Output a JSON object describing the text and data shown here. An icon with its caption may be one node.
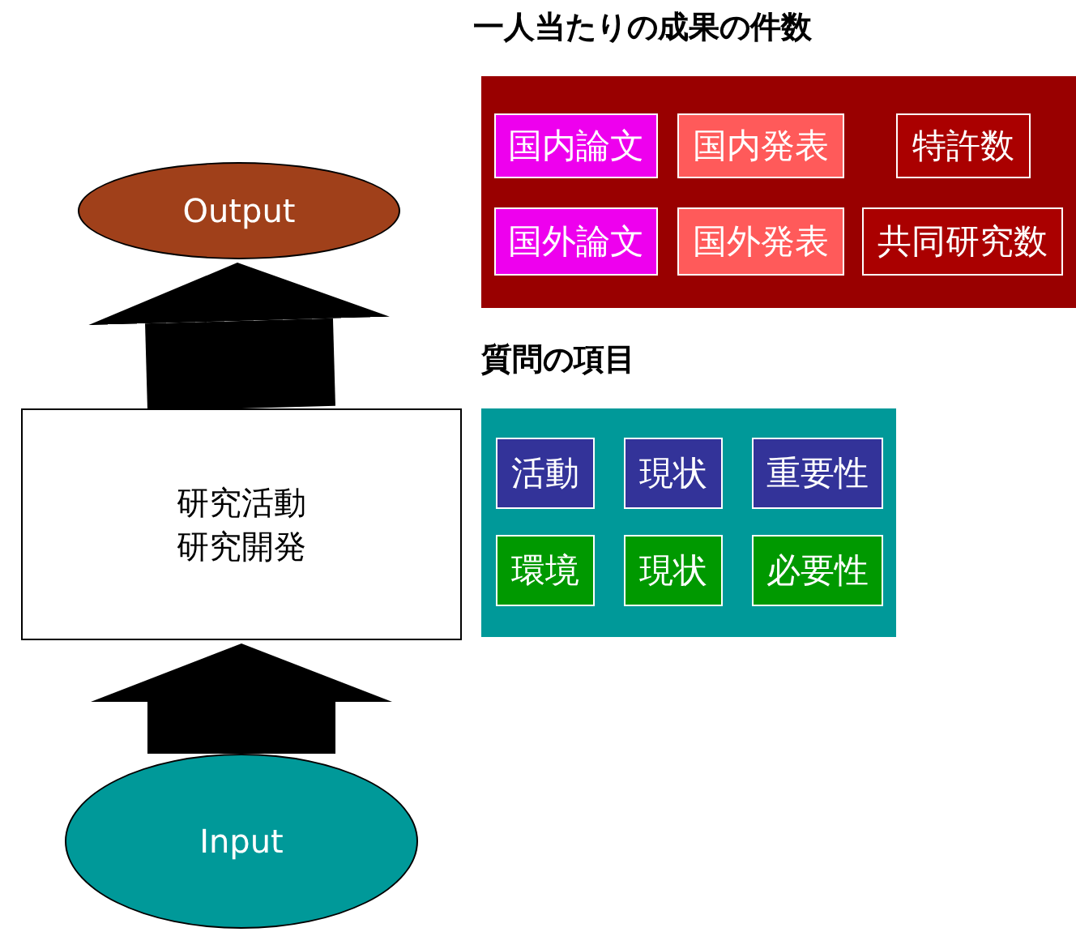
{
  "diagram": {
    "nodes": [
      {
        "text": [
          "Output"
        ]
      },
      {
        "text": [
          "研究活動",
          "研究開発"
        ]
      },
      {
        "text": [
          "Input"
        ]
      },
      {
        "text": [
          "一人当たりの成果の件数"
        ]
      },
      {
        "text": [
          "国内論文"
        ],
        "in": 3
      },
      {
        "text": [
          "国内発表"
        ],
        "in": 3
      },
      {
        "text": [
          "特許数"
        ],
        "in": 3
      },
      {
        "text": [
          "国外論文"
        ],
        "in": 3
      },
      {
        "text": [
          "国外発表"
        ],
        "in": 3
      },
      {
        "text": [
          "共同研究数"
        ],
        "in": 3
      },
      {
        "text": [
          "質問の項目"
        ]
      },
      {
        "text": [
          "活動"
        ],
        "in": 10
      },
      {
        "text": [
          "現状"
        ],
        "in": 10
      },
      {
        "text": [
          "重要性"
        ],
        "in": 10
      },
      {
        "text": [
          "環境"
        ],
        "in": 10
      },
      {
        "text": [
          "現状"
        ],
        "in": 10
      },
      {
        "text": [
          "必要性"
        ],
        "in": 10
      }
    ],
    "edges": [
      {
        "from": 2,
        "to": 1,
        "arrow": "to"
      },
      {
        "from": 1,
        "to": 0,
        "arrow": "to"
      }
    ]
  }
}
